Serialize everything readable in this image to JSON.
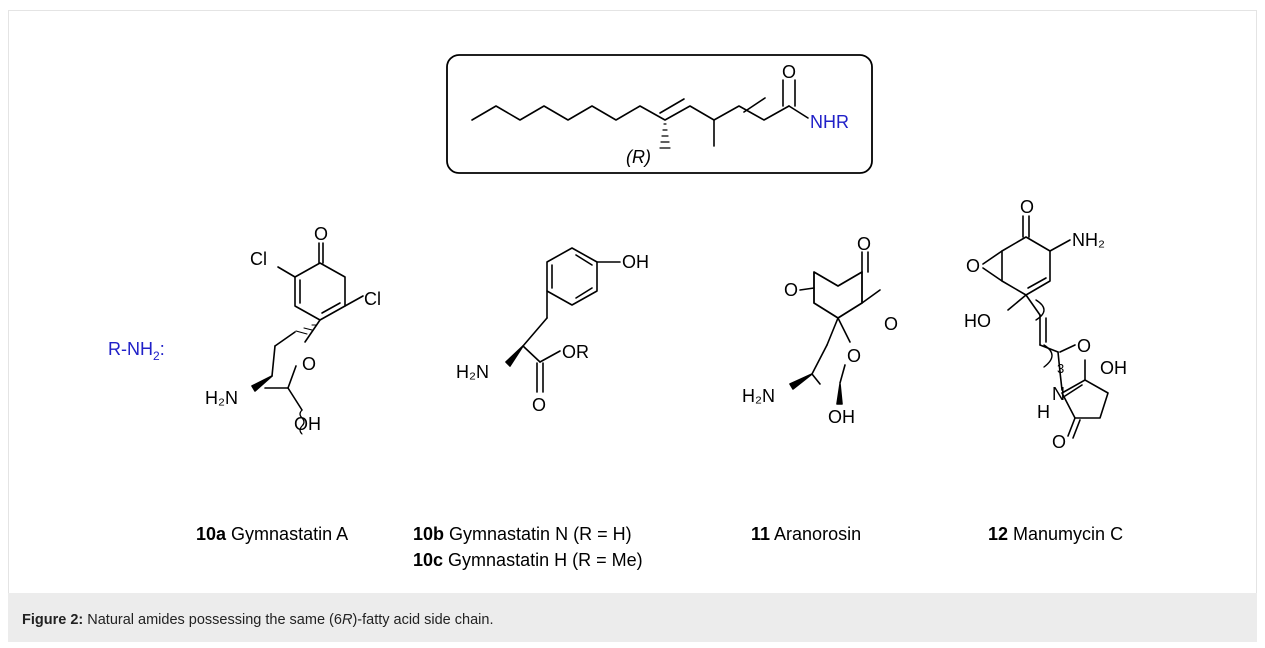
{
  "side_chain": {
    "stereo_label": "(R)",
    "amide_o": "O",
    "amide_nhr": "NHR"
  },
  "r_nh2_label": {
    "prefix": "R-NH",
    "sub": "2",
    "suffix": ":"
  },
  "compounds": [
    {
      "number": "10a",
      "name": " Gymnastatin A"
    },
    {
      "number": "10b",
      "name": " Gymnastatin N (R = H)"
    },
    {
      "number": "10c",
      "name": " Gymnastatin H (R = Me)"
    },
    {
      "number": "11",
      "name": " Aranorosin"
    },
    {
      "number": "12",
      "name": " Manumycin C"
    }
  ],
  "atoms": {
    "gymA": {
      "cl1": "Cl",
      "o_keto": "O",
      "cl2": "Cl",
      "o_ring": "O",
      "h2n": "H₂N",
      "oh": "OH"
    },
    "gymN": {
      "oh": "OH",
      "h2n": "H₂N",
      "or": "OR",
      "o": "O"
    },
    "aran": {
      "o_keto": "O",
      "o_ep1": "O",
      "o_ep2": "O",
      "o_ring": "O",
      "h2n": "H₂N",
      "oh": "OH"
    },
    "manu": {
      "o_keto": "O",
      "nh2": "NH₂",
      "o_ep": "O",
      "ho": "HO",
      "n3": "3",
      "o_amide": "O",
      "n": "N",
      "h": "H",
      "oh": "OH",
      "o_ring": "O"
    }
  },
  "caption": {
    "label": "Figure 2:",
    "text_before": " Natural amides possessing the same (6",
    "italic": "R",
    "text_after": ")-fatty acid side chain."
  }
}
